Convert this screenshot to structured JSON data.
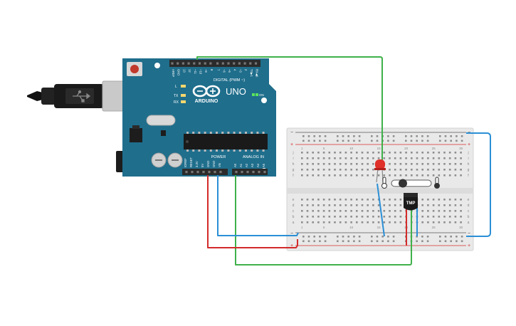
{
  "board": {
    "brand": "ARDUINO",
    "model": "UNO",
    "digital_header": "DIGITAL (PWM ~)",
    "power_header": "POWER",
    "analog_header": "ANALOG IN",
    "on_label": "ON",
    "l_label": "L",
    "tx_label": "TX",
    "rx_label": "RX",
    "digital_pins": [
      "AREF",
      "GND",
      "13",
      "12",
      "~11",
      "~10",
      "~9",
      "8",
      "7",
      "~6",
      "~5",
      "4",
      "~3",
      "2",
      "TX▶1",
      "RX◀0"
    ],
    "power_pins": [
      "IOREF",
      "RESET",
      "3.3V",
      "5V",
      "GND",
      "GND",
      "Vin"
    ],
    "analog_pins": [
      "A0",
      "A1",
      "A2",
      "A3",
      "A4",
      "A5"
    ],
    "color_board": "#1f6e8c"
  },
  "breadboard": {
    "rail_minus": "−",
    "rail_plus": "+",
    "column_numbers": [
      "1",
      "5",
      "10",
      "15",
      "20",
      "25",
      "30"
    ],
    "row_letters_top": [
      "j",
      "i",
      "h",
      "g",
      "f"
    ],
    "row_letters_bottom": [
      "e",
      "d",
      "c",
      "b",
      "a"
    ]
  },
  "components": {
    "sensor_label": "TMP",
    "led_color": "#e0302a",
    "thermometer_icon": "thermometer-icon"
  },
  "wires": {
    "green": "#3fb14a",
    "red": "#d42a2a",
    "blue": "#2b8fd6",
    "black": "#222222"
  }
}
